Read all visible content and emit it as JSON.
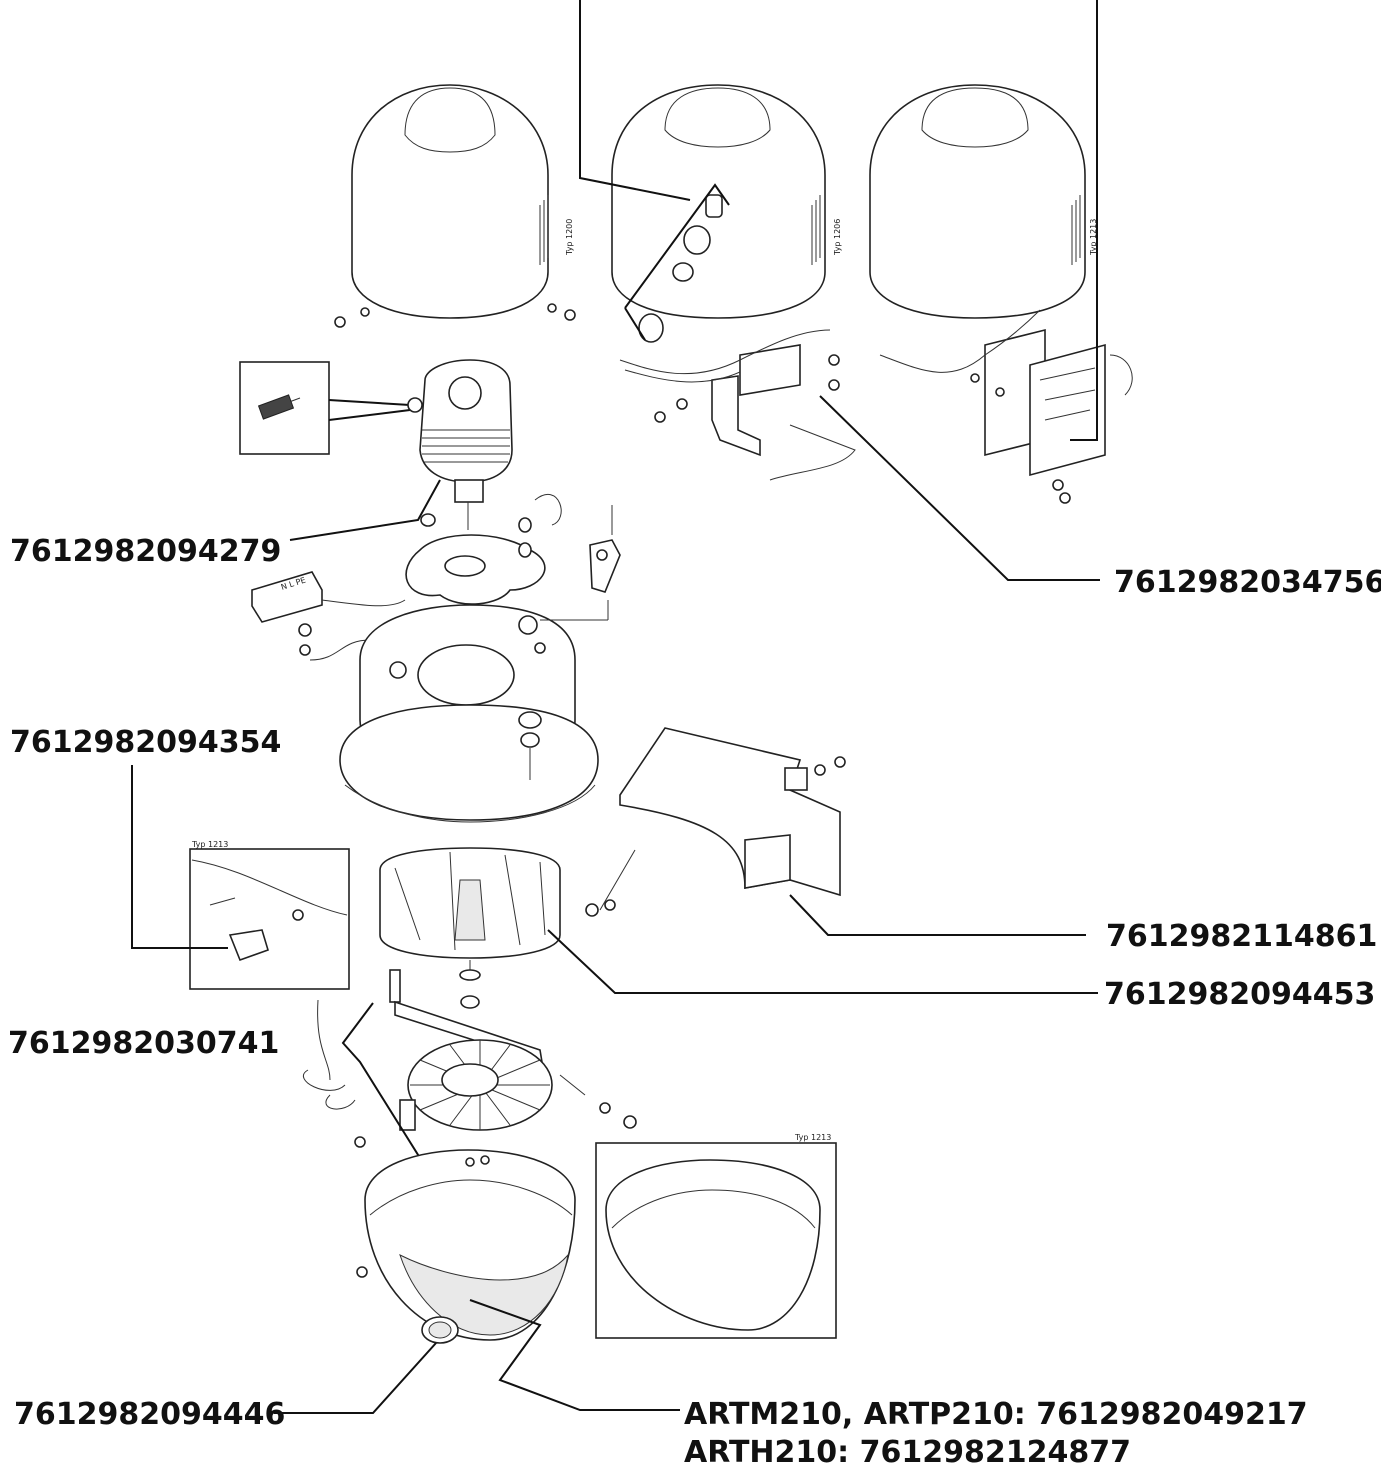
{
  "callouts": {
    "motor": "7612982094279",
    "switch_bracket": "7612982034756",
    "thermostat": "7612982094354",
    "mounting_bracket": "7612982114861",
    "fan_wheel": "7612982094453",
    "heating_element": "7612982030741",
    "indicator_lamp": "7612982094446",
    "bottom_shell_line1": "ARTM210, ARTP210: 7612982049217",
    "bottom_shell_line2": "ARTH210: 7612982124877"
  },
  "variant_labels": {
    "cover_1": "Typ 1200",
    "cover_2": "Typ 1206",
    "cover_3": "Typ 1213",
    "thermostat_inset": "Typ 1213",
    "shell_inset": "Typ 1213"
  },
  "terminal_block_text": "N L PE"
}
